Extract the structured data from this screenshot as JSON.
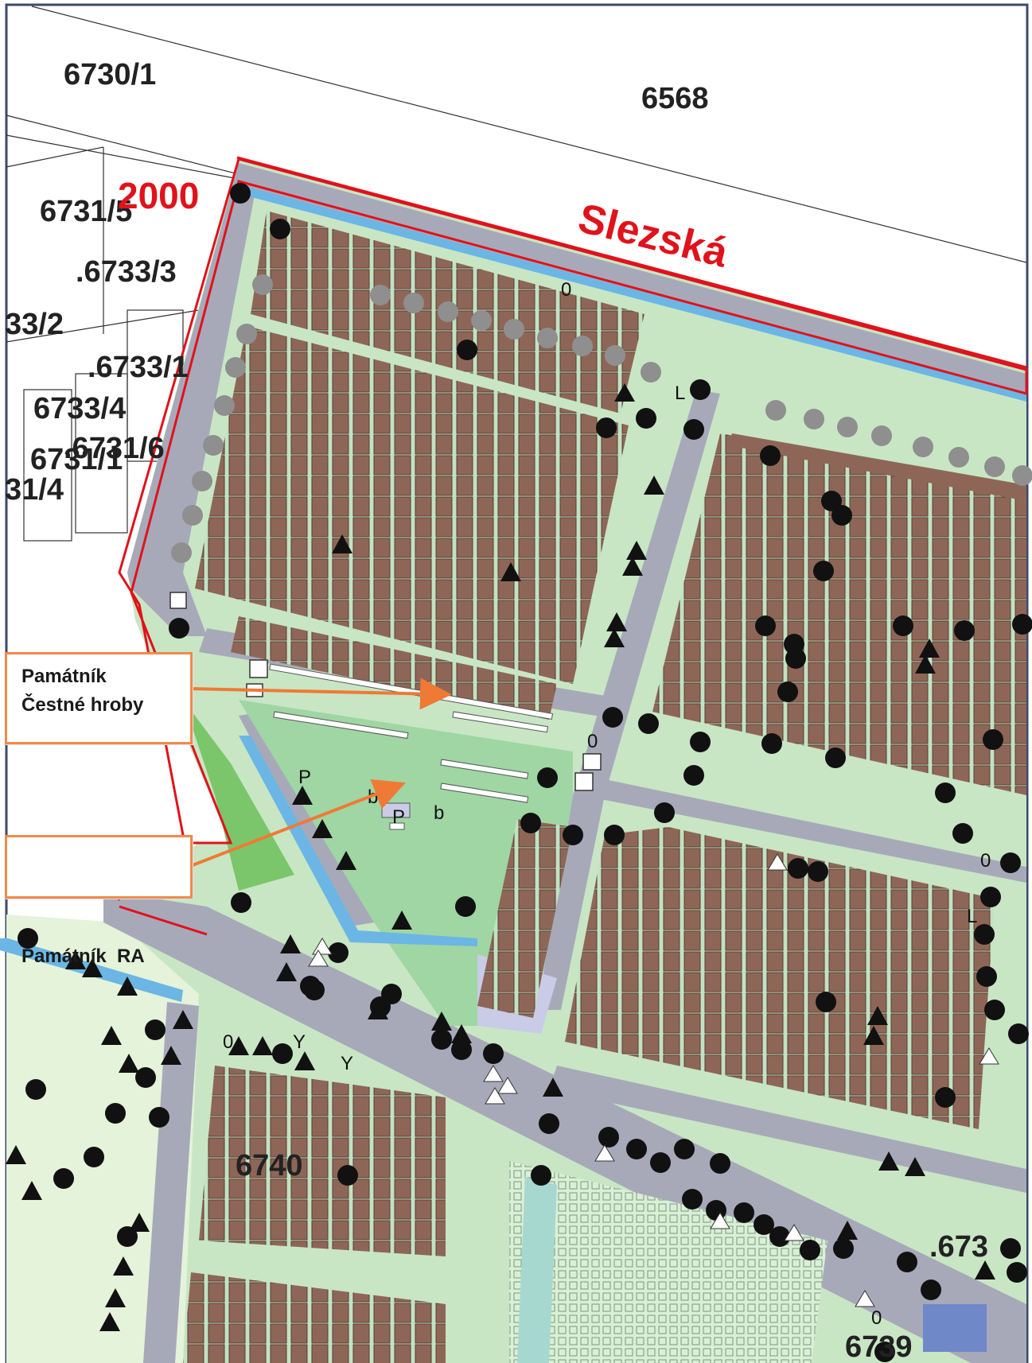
{
  "map": {
    "street_name": "Slezská",
    "street_number": "2000",
    "parcels": [
      {
        "id": "p1",
        "label": "6730/1"
      },
      {
        "id": "p2",
        "label": "6568"
      },
      {
        "id": "p3",
        "label": "6731/5"
      },
      {
        "id": "p4",
        "label": ".6733/3"
      },
      {
        "id": "p5",
        "label": "33/2"
      },
      {
        "id": "p6",
        "label": ".6733/1"
      },
      {
        "id": "p7",
        "label": "6733/4"
      },
      {
        "id": "p8",
        "label": ".6731/6"
      },
      {
        "id": "p9",
        "label": "6731/1"
      },
      {
        "id": "p10",
        "label": "31/4"
      },
      {
        "id": "p11",
        "label": "6740"
      },
      {
        "id": "p12",
        "label": ".673"
      },
      {
        "id": "p13",
        "label": "6739"
      }
    ],
    "symbols": [
      "L",
      "0",
      "P",
      "b",
      "Y"
    ]
  },
  "callouts": [
    {
      "line1": "Památník",
      "line2": "Čestné hroby"
    },
    {
      "line1": "Památník  RA"
    }
  ],
  "colors": {
    "grave": "#8e6657",
    "path": "#c2e2c2",
    "road": "#a7a9b9",
    "lawn": "#9fd6a4",
    "water": "#6bb6e4",
    "boundary": "#e0121b",
    "callout_border": "#f08a4b",
    "arrow": "#ef7a35"
  }
}
